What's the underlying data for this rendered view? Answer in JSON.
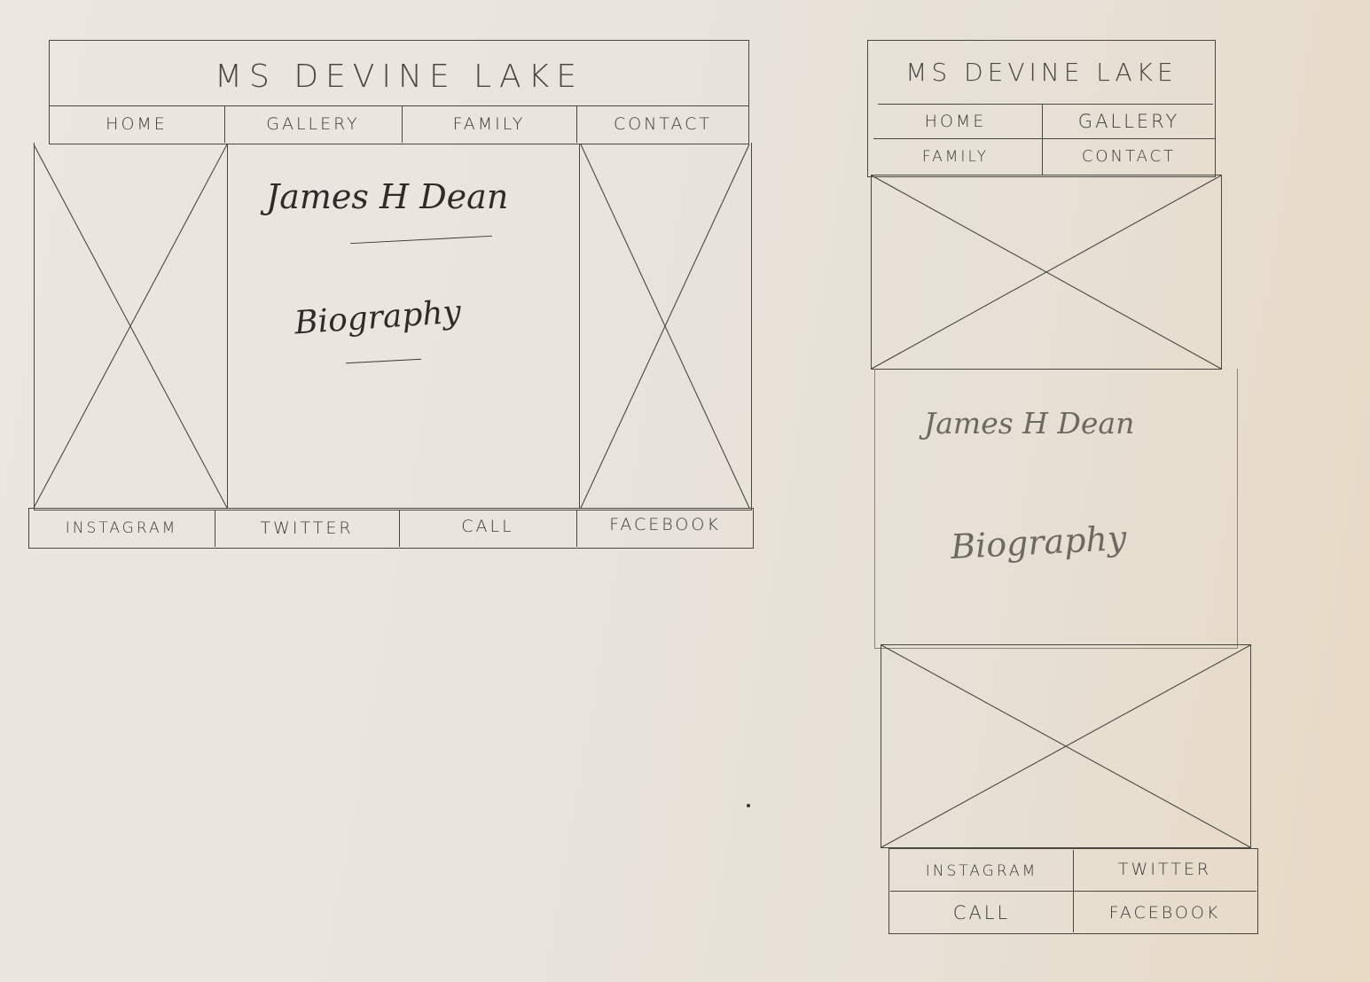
{
  "desktop": {
    "site_title": "MS DEVINE LAKE",
    "nav": [
      "HOME",
      "GALLERY",
      "FAMILY",
      "CONTACT"
    ],
    "main_name": "James H Dean",
    "main_section": "Biography",
    "footer": [
      "INSTAGRAM",
      "TWITTER",
      "CALL",
      "FACEBOOK"
    ]
  },
  "mobile": {
    "site_title": "MS DEVINE LAKE",
    "nav": [
      "HOME",
      "GALLERY",
      "FAMILY",
      "CONTACT"
    ],
    "main_name": "James H Dean",
    "main_section": "Biography",
    "footer": [
      "INSTAGRAM",
      "TWITTER",
      "CALL",
      "FACEBOOK"
    ]
  },
  "colors": {
    "paper": "#e9e4dc",
    "pencil": "#4a4640"
  },
  "placeholder_icon": "image-placeholder-cross"
}
